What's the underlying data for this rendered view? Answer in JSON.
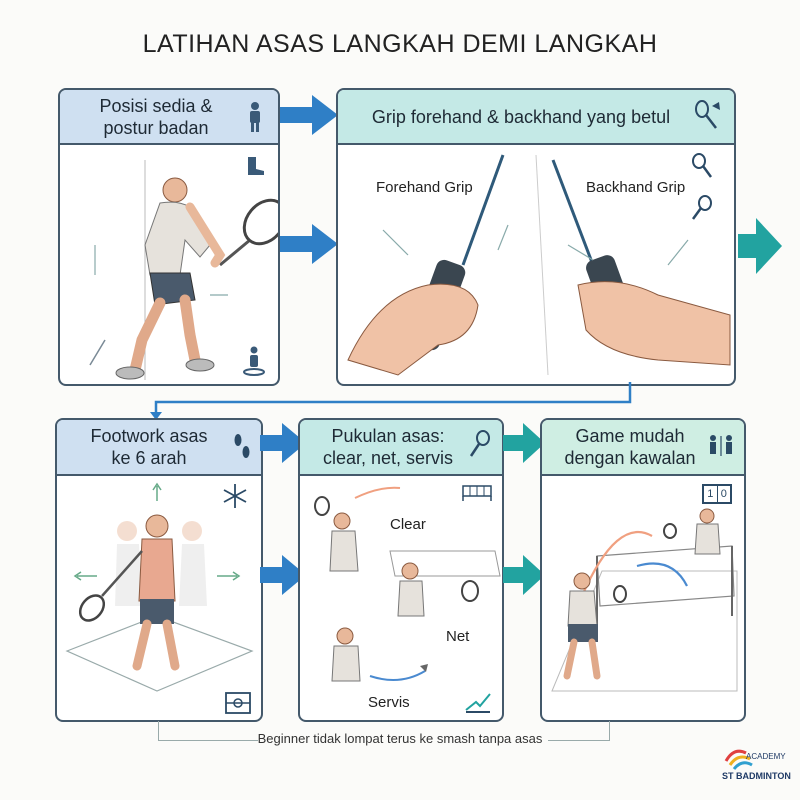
{
  "title": "LATIHAN ASAS LANGKAH DEMI LANGKAH",
  "panels": {
    "p1": {
      "title_line1": "Posisi sedia &",
      "title_line2": "postur badan"
    },
    "p2": {
      "title": "Grip forehand & backhand yang betul",
      "forehand_label": "Forehand Grip",
      "backhand_label": "Backhand Grip"
    },
    "p3": {
      "title_line1": "Footwork asas",
      "title_line2": "ke 6 arah"
    },
    "p4": {
      "title_line1": "Pukulan asas:",
      "title_line2": "clear, net, servis",
      "clear_label": "Clear",
      "net_label": "Net",
      "servis_label": "Servis"
    },
    "p5": {
      "title_line1": "Game mudah",
      "title_line2": "dengan kawalan",
      "scoreboard_left": "1",
      "scoreboard_right": "0"
    }
  },
  "footer": "Beginner tidak lompat terus ke smash tanpa asas",
  "logo": {
    "line1": "ACADEMY",
    "line2": "ST BADMINTON"
  },
  "colors": {
    "blue_head": "#cfe0f1",
    "teal_head": "#c4e9e6",
    "green_head": "#cfeee3",
    "arrow_blue": "#2f7fc6",
    "arrow_teal": "#22a3a0",
    "border": "#44596b"
  }
}
